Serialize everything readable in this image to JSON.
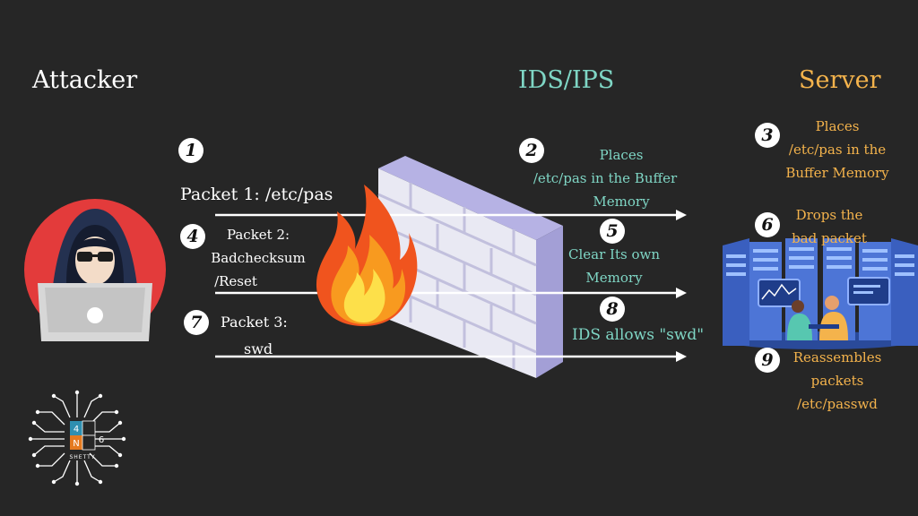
{
  "headings": {
    "attacker": "Attacker",
    "ids": "IDS/IPS",
    "server": "Server"
  },
  "steps": [
    {
      "num": "1",
      "label": "Packet 1: /etc/pas"
    },
    {
      "num": "2",
      "lines": [
        "Places",
        "/etc/pas in the Buffer",
        "Memory"
      ]
    },
    {
      "num": "3",
      "lines": [
        "Places",
        "/etc/pas in the",
        "Buffer Memory"
      ]
    },
    {
      "num": "4",
      "lines": [
        "Packet 2:",
        "Badchecksum",
        "/Reset"
      ]
    },
    {
      "num": "5",
      "lines": [
        "Clear Its own",
        "Memory"
      ]
    },
    {
      "num": "6",
      "lines": [
        "Drops the",
        "bad packet"
      ]
    },
    {
      "num": "7",
      "lines": [
        "Packet 3:",
        "swd"
      ]
    },
    {
      "num": "8",
      "label": "IDS allows \"swd\""
    },
    {
      "num": "9",
      "lines": [
        "Reassembles",
        "packets",
        "/etc/passwd"
      ]
    }
  ],
  "logo": {
    "cells": [
      "4",
      "6",
      "N"
    ],
    "text": "SHETTY"
  },
  "colors": {
    "background": "#262626",
    "ids_text": "#7fd6c5",
    "server_text": "#f4b34c",
    "arrow": "#ffffff",
    "wall_face": "#e9e9f3",
    "wall_side": "#a39fd6",
    "avatar_circle": "#e33b3b"
  },
  "icons": [
    "hacker-icon",
    "firewall-icon",
    "fire-icon",
    "server-room-icon",
    "logo-icon"
  ]
}
